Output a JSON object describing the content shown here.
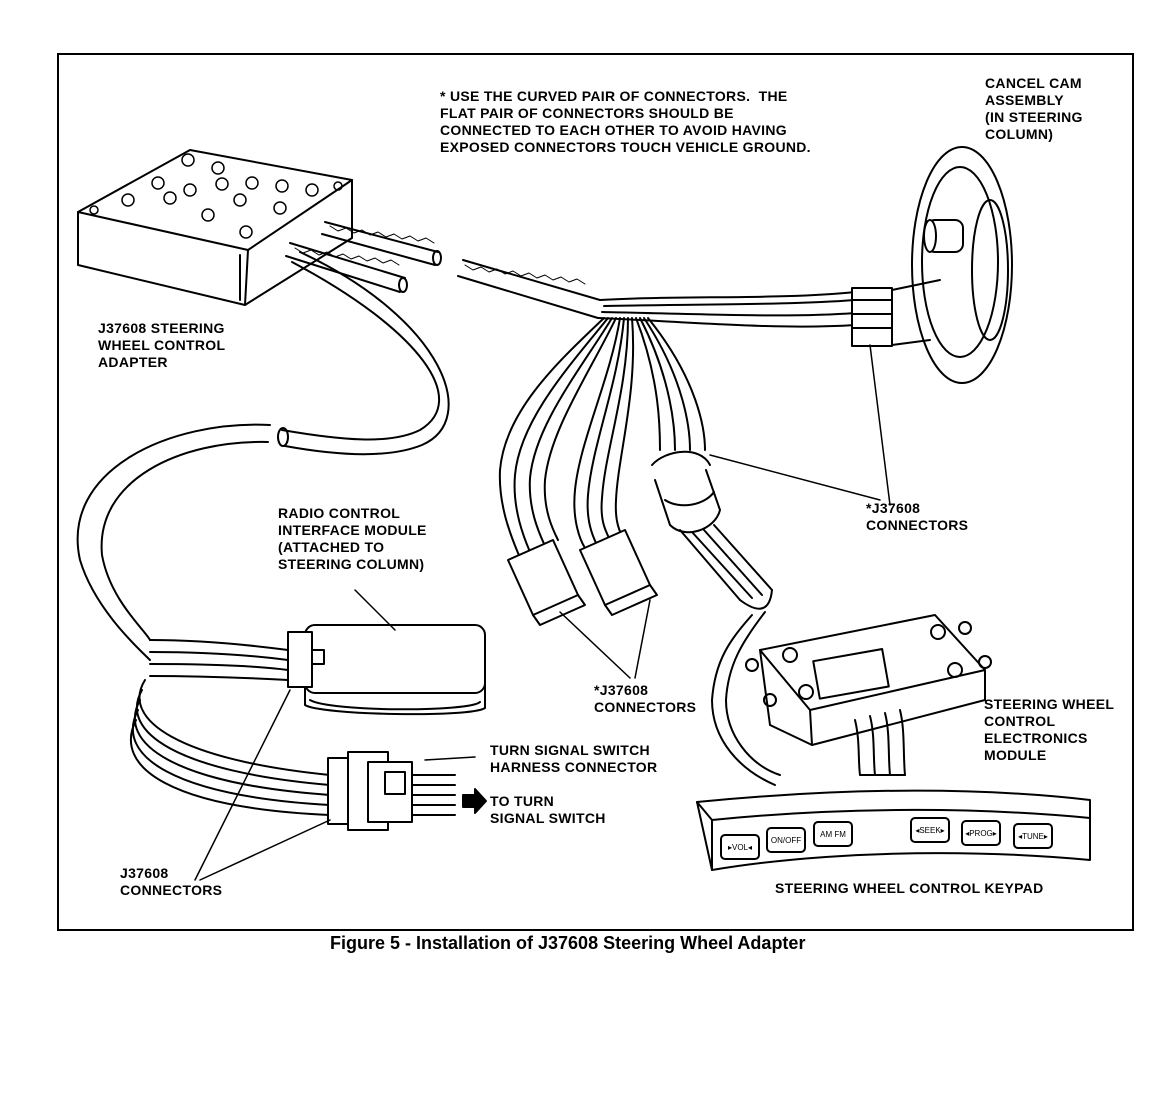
{
  "figure": {
    "caption": "Figure 5 - Installation of J37608 Steering Wheel Adapter"
  },
  "labels": {
    "note": "* USE THE CURVED PAIR OF CONNECTORS.  THE\nFLAT PAIR OF CONNECTORS SHOULD BE\nCONNECTED TO EACH OTHER TO AVOID HAVING\nEXPOSED CONNECTORS TOUCH VEHICLE GROUND.",
    "cancel_cam": "CANCEL CAM\nASSEMBLY\n(IN STEERING\nCOLUMN)",
    "adapter": "J37608 STEERING\nWHEEL CONTROL\nADAPTER",
    "radio_module": "RADIO CONTROL\nINTERFACE MODULE\n(ATTACHED TO\nSTEERING COLUMN)",
    "connectors_right": "*J37608\nCONNECTORS",
    "connectors_center": "*J37608\nCONNECTORS",
    "electronics_module": "STEERING WHEEL\nCONTROL\nELECTRONICS\nMODULE",
    "turn_signal_harness": "TURN SIGNAL SWITCH\nHARNESS CONNECTOR",
    "to_turn_signal": "TO TURN\nSIGNAL SWITCH",
    "connectors_left": "J37608\nCONNECTORS",
    "keypad": "STEERING WHEEL CONTROL KEYPAD"
  },
  "keypad_keys": [
    "▸VOL◂",
    "ON/OFF",
    "AM FM",
    "◂SEEK▸",
    "◂PROG▸",
    "◂TUNE▸"
  ],
  "colors": {
    "ink": "#000000",
    "paper": "#ffffff"
  }
}
